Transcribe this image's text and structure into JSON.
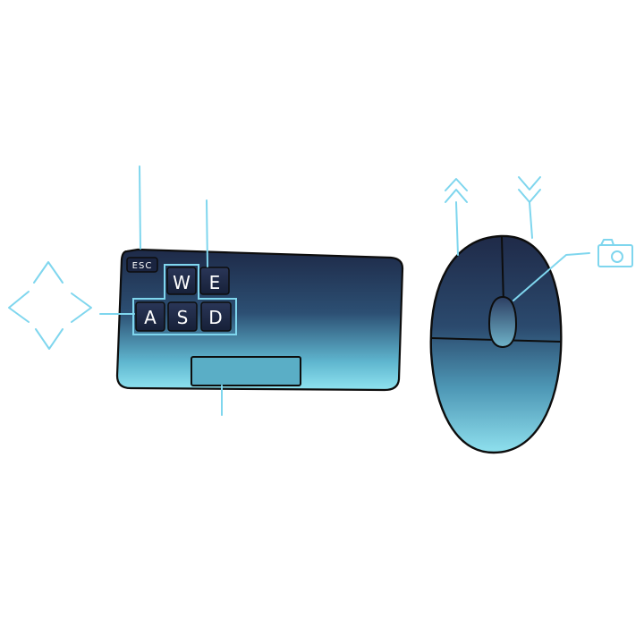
{
  "keyboard": {
    "keys": {
      "esc": "ESC",
      "w": "W",
      "e": "E",
      "a": "A",
      "s": "S",
      "d": "D"
    }
  },
  "colors": {
    "device_dark": "#1f2b4a",
    "device_light": "#8fe0ee",
    "key_fill": "#1a2440",
    "highlight": "#7fd6ee",
    "outline": "#0d0d0d"
  },
  "icons": {
    "movement": "four-way-arrows-icon",
    "scroll_up": "double-chevron-up-icon",
    "scroll_down": "double-chevron-down-icon",
    "camera": "camera-icon"
  }
}
